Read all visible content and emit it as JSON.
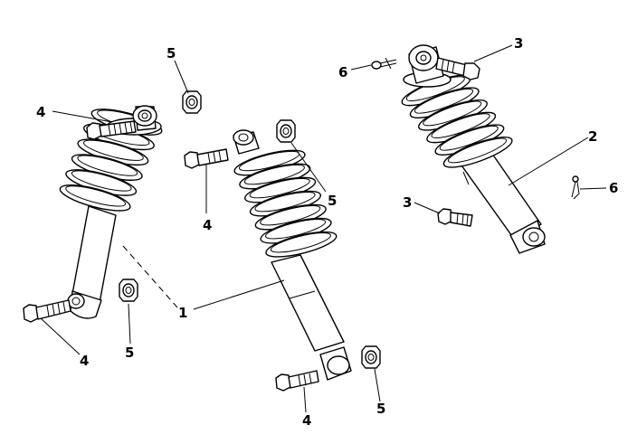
{
  "callouts": {
    "shock_absorber": "1",
    "shock_absorber_alt": "2",
    "bolt_alt": "3",
    "bolt": "4",
    "nut": "5",
    "pin": "6"
  }
}
